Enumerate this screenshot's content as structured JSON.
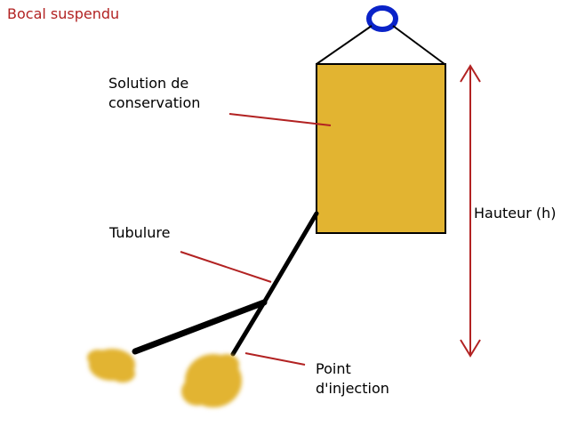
{
  "diagram": {
    "title": "Bocal suspendu",
    "labels": {
      "solution_line1": "Solution de",
      "solution_line2": "conservation",
      "tubulure": "Tubulure",
      "hauteur": "Hauteur (h)",
      "point_line1": "Point",
      "point_line2": "d'injection"
    },
    "colors": {
      "jar_fill": "#e2b431",
      "outline": "#000000",
      "ring": "#0a23c8",
      "accent_red": "#b22222",
      "label_text": "#000000",
      "splash": "#e2b431"
    }
  }
}
